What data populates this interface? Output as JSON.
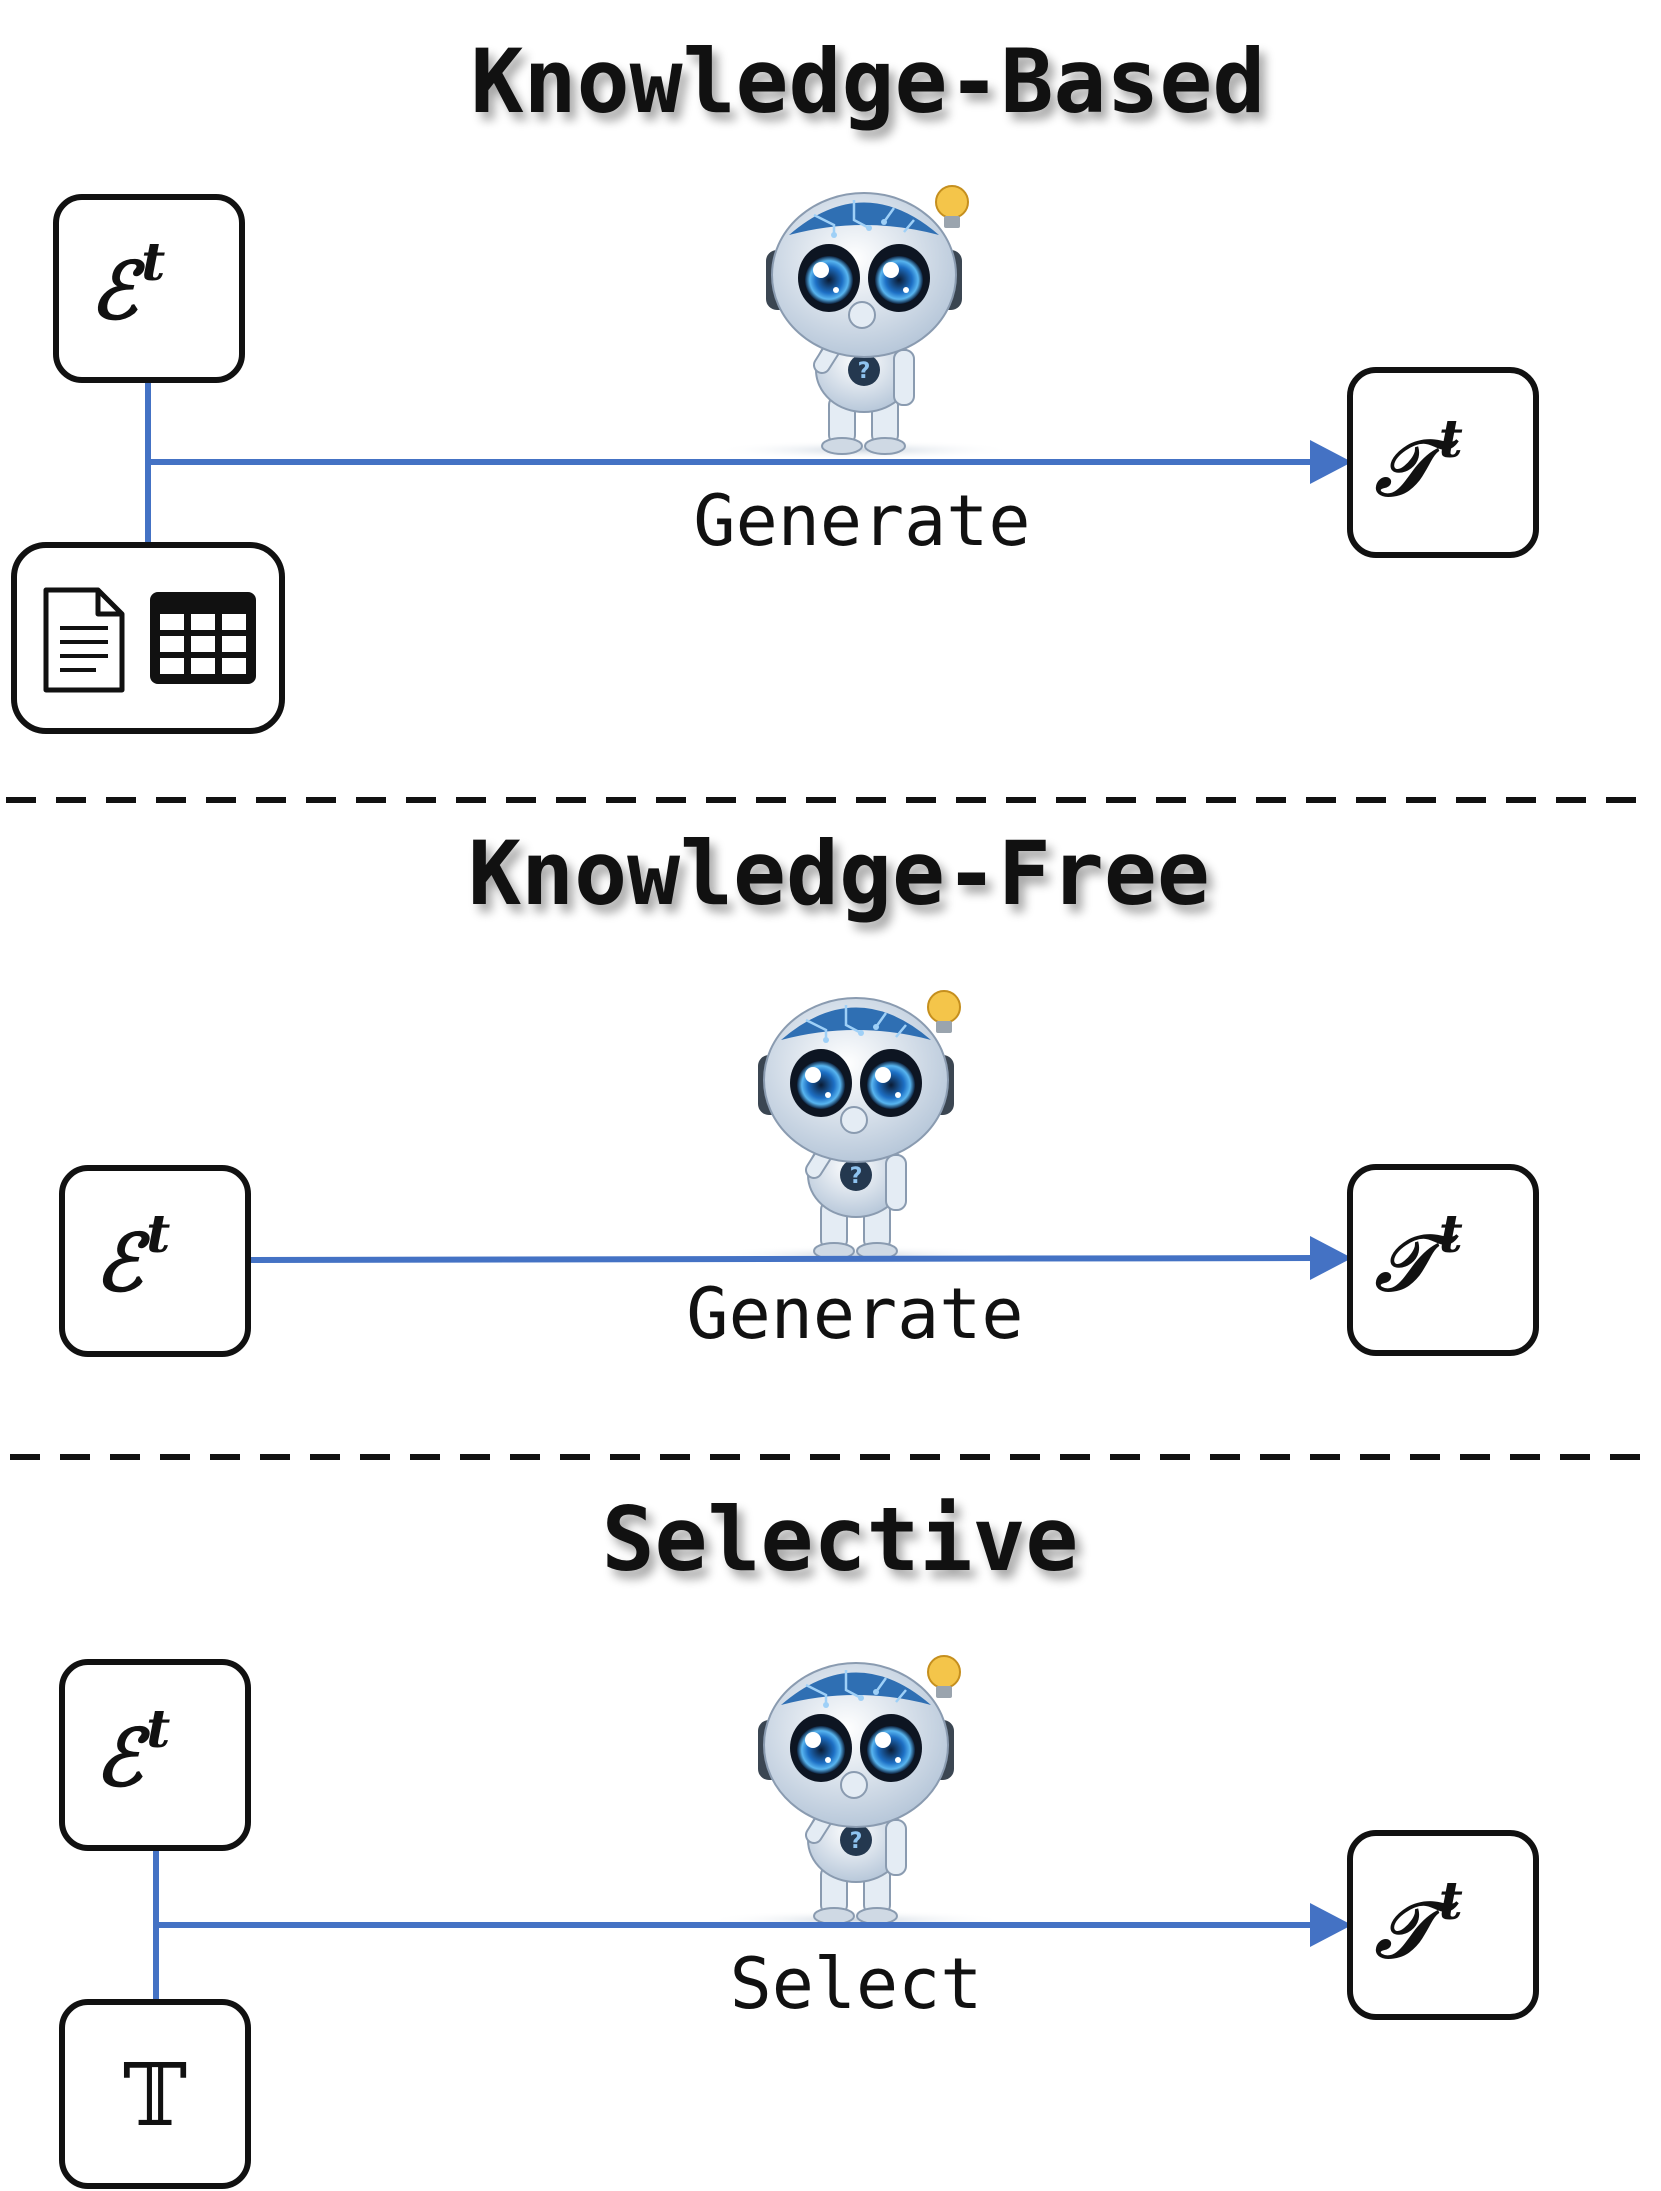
{
  "sections": [
    {
      "title": "Knowledge-Based",
      "input_symbol": "ℰ",
      "input_sup": "t",
      "output_symbol": "𝒯",
      "output_sup": "t",
      "edge_label": "Generate",
      "extra_input": "document-table-icons"
    },
    {
      "title": "Knowledge-Free",
      "input_symbol": "ℰ",
      "input_sup": "t",
      "output_symbol": "𝒯",
      "output_sup": "t",
      "edge_label": "Generate"
    },
    {
      "title": "Selective",
      "input_symbol": "ℰ",
      "input_sup": "t",
      "output_symbol": "𝒯",
      "output_sup": "t",
      "edge_label": "Select",
      "extra_input_symbol": "𝕋"
    }
  ],
  "icons": {
    "agent": "robot-thinking-icon",
    "knowledge": [
      "document-icon",
      "table-icon"
    ]
  },
  "colors": {
    "arrow": "#4472C4",
    "box_stroke": "#111111",
    "robot_body": "#dfe8f2",
    "robot_circuit": "#2f6fb3",
    "bulb": "#f4c54a"
  }
}
